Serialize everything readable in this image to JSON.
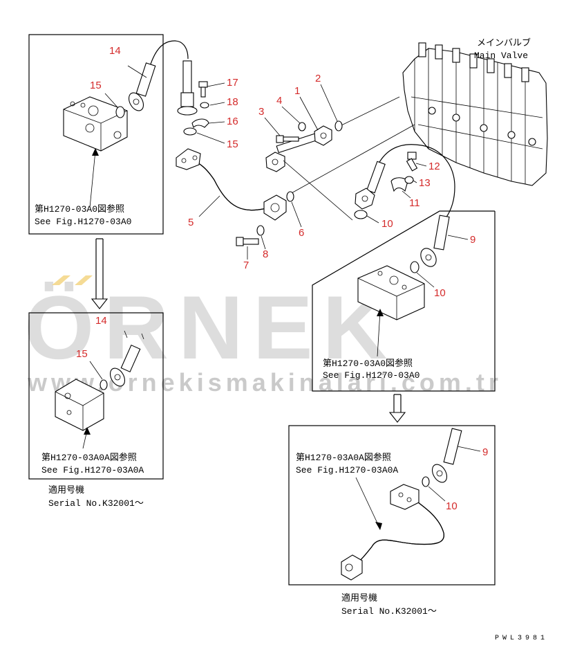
{
  "labels": {
    "main_valve_jp": "メインバルブ",
    "main_valve_en": "Main Valve",
    "ref_tl_jp": "第H1270-03A0図参照",
    "ref_tl_en": "See Fig.H1270-03A0",
    "ref_bl_jp": "第H1270-03A0A図参照",
    "ref_bl_en": "See Fig.H1270-03A0A",
    "ref_mr_jp": "第H1270-03A0図参照",
    "ref_mr_en": "See Fig.H1270-03A0",
    "ref_br_jp": "第H1270-03A0A図参照",
    "ref_br_en": "See Fig.H1270-03A0A",
    "serial_l_jp": "適用号機",
    "serial_l_en": "Serial No.K32001～",
    "serial_r_jp": "適用号機",
    "serial_r_en": "Serial No.K32001～",
    "drawing_code": "PWL3981"
  },
  "watermark": {
    "text": "ÖRNEK",
    "url": "www.ornekismakinalari.com.tr"
  },
  "parts": {
    "p1": "1",
    "p2": "2",
    "p3": "3",
    "p4": "4",
    "p5": "5",
    "p6": "6",
    "p7": "7",
    "p8": "8",
    "p9a": "9",
    "p9b": "9",
    "p10a": "10",
    "p10b": "10",
    "p10c": "10",
    "p11": "11",
    "p12": "12",
    "p13": "13",
    "p14a": "14",
    "p14b": "14",
    "p15a": "15",
    "p15b": "15",
    "p15c": "15",
    "p16": "16",
    "p17": "17",
    "p18": "18"
  },
  "colors": {
    "part_number": "#d42a2a",
    "watermark": "#cfcfcf",
    "watermark_accent": "#f2d27a"
  }
}
